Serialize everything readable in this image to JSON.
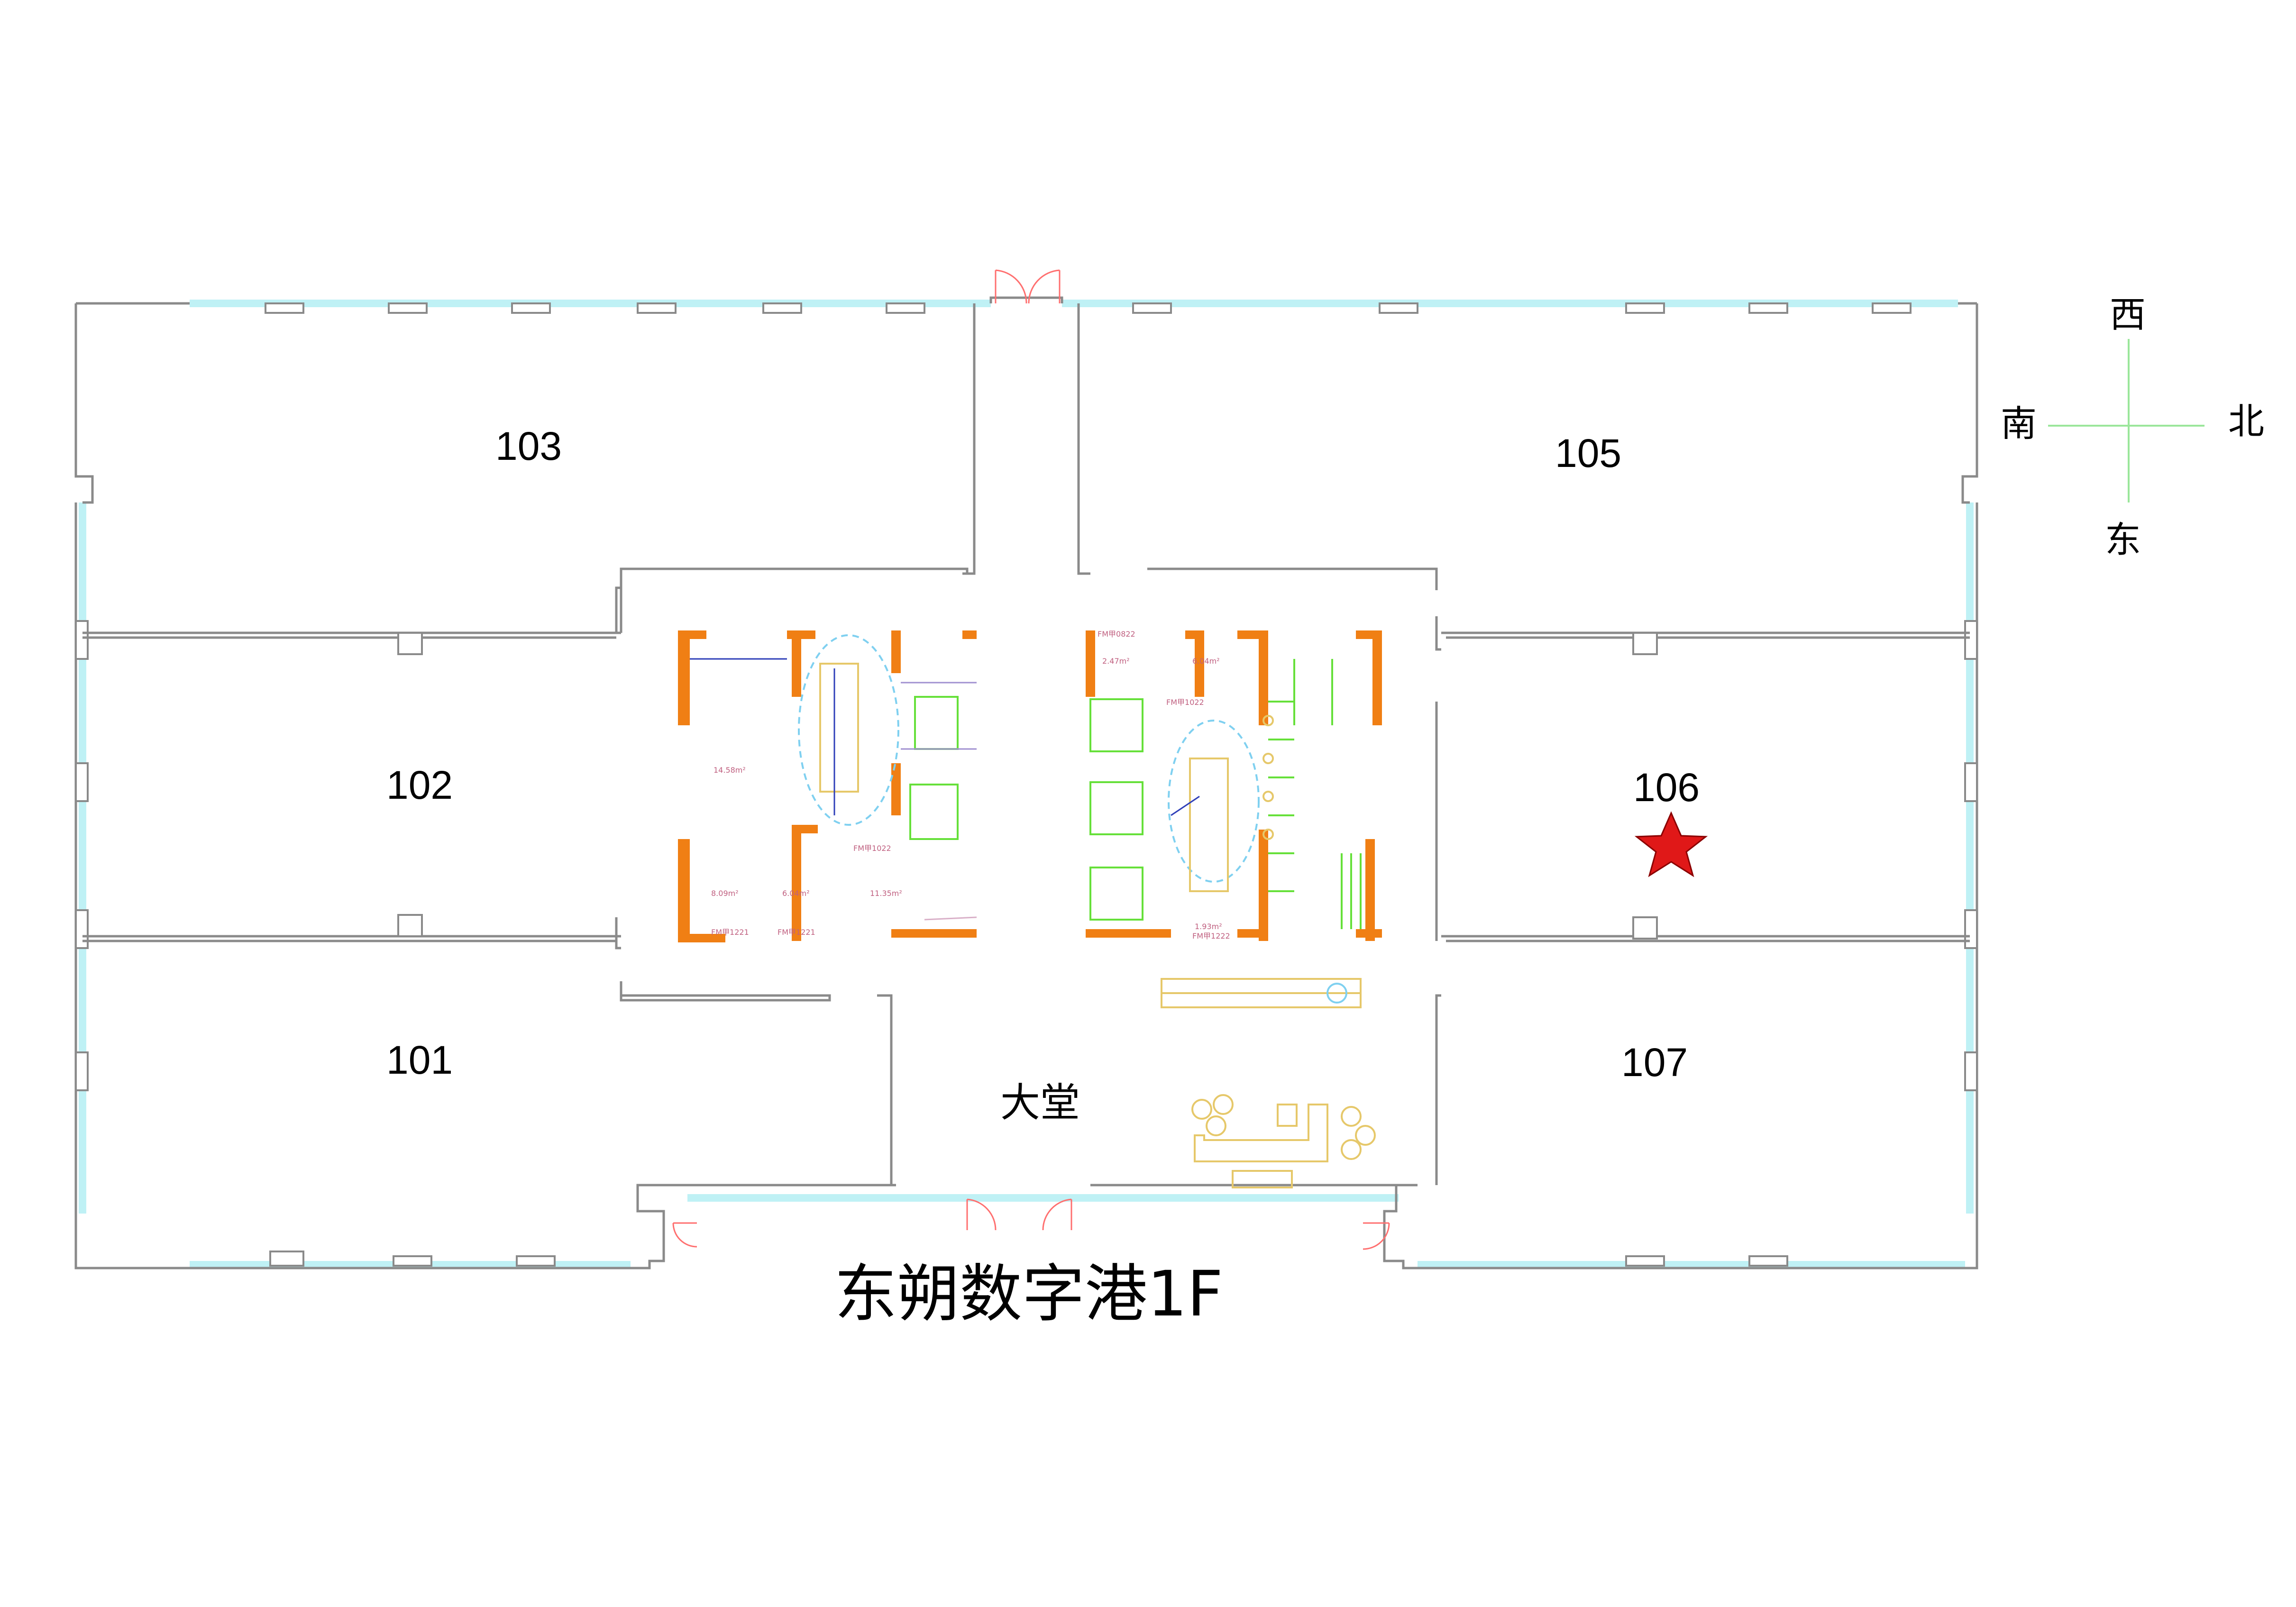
{
  "title": "东朔数字港1F",
  "rooms": {
    "r101": "101",
    "r102": "102",
    "r103": "103",
    "r105": "105",
    "r106": "106",
    "r107": "107",
    "lobby": "大堂"
  },
  "compass": {
    "west": "西",
    "south": "南",
    "north": "北",
    "east": "东"
  },
  "marker": {
    "room": "106",
    "icon": "star-icon",
    "color": "#e01818"
  },
  "colors": {
    "window": "#bff1f5",
    "core_wall": "#f07f14",
    "wall": "#8a8a8a"
  }
}
